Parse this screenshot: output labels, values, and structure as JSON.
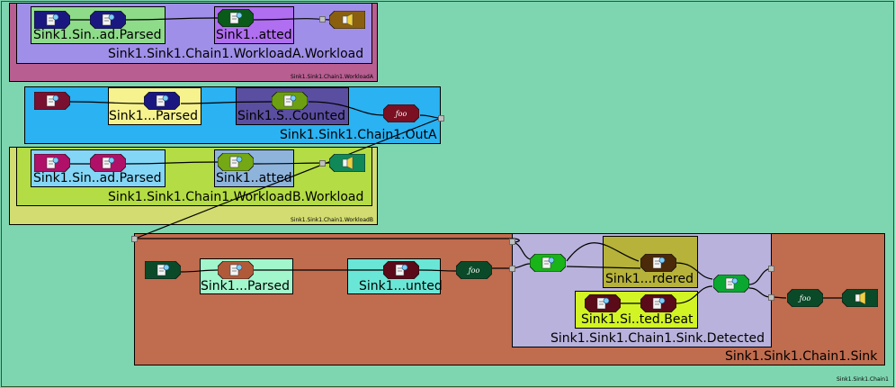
{
  "colors": {
    "background": "#7ed6b0",
    "workloadA_outer": "#b85e91",
    "workloadA_inner": "#a08fe8",
    "workloadA_parsed": "#8edc8a",
    "workloadA_formatted": "#b06ef0",
    "outA": "#2ab2f2",
    "outA_parsed": "#f6f28e",
    "outA_counted": "#5a4ea0",
    "workloadB_outer": "#d2dc70",
    "workloadB_inner": "#b4dc44",
    "workloadB_parsed": "#84d6f6",
    "workloadB_formatted": "#8eb4dc",
    "sink": "#c06c4e",
    "sink_parsed": "#a2f6cc",
    "sink_counted": "#6ae6d6",
    "detected": "#b8b2dc",
    "ordered": "#b6b23a",
    "beat": "#d2f424"
  },
  "labels": {
    "workloadA_parsed": "Sink1.Sin..ad.Parsed",
    "workloadA_formatted": "Sink1..atted",
    "workloadA_title": "Sink1.Sink1.Chain1.WorkloadA.Workload",
    "workloadA_tiny": "Sink1.Sink1.Chain1.WorkloadA",
    "outA_parsed": "Sink1...Parsed",
    "outA_counted": "Sink1.S..Counted",
    "outA_title": "Sink1.Sink1.Chain1.OutA",
    "workloadB_parsed": "Sink1.Sin..ad.Parsed",
    "workloadB_formatted": "Sink1..atted",
    "workloadB_title": "Sink1.Sink1.Chain1.WorkloadB.Workload",
    "workloadB_tiny": "Sink1.Sink1.Chain1.WorkloadB",
    "sink_parsed": "Sink1...Parsed",
    "sink_counted": "Sink1...unted",
    "ordered": "Sink1...rdered",
    "beat": "Sink1.Si..ted.Beat",
    "detected_title": "Sink1.Sink1.Chain1.Sink.Detected",
    "sink_title": "Sink1.Sink1.Chain1.Sink",
    "root_tiny": "Sink1.Sink1.Chain1"
  },
  "nodes": [
    {
      "name": "workloadA-source-node",
      "kind": "source",
      "color": "#1a1880"
    },
    {
      "name": "workloadA-parse-node",
      "kind": "filter",
      "color": "#1a1880"
    },
    {
      "name": "workloadA-format-node",
      "kind": "filter",
      "color": "#0a5a1a"
    },
    {
      "name": "workloadA-sink-node",
      "kind": "sink",
      "color": "#8a6010"
    },
    {
      "name": "outA-source-node",
      "kind": "source",
      "color": "#7a1030"
    },
    {
      "name": "outA-parse-node",
      "kind": "filter",
      "color": "#1a1880"
    },
    {
      "name": "outA-count-node",
      "kind": "filter",
      "color": "#6ca012"
    },
    {
      "name": "outA-output-node",
      "kind": "func",
      "color": "#7a1022"
    },
    {
      "name": "workloadB-source-node",
      "kind": "source",
      "color": "#b01068"
    },
    {
      "name": "workloadB-parse-node",
      "kind": "filter",
      "color": "#b01068"
    },
    {
      "name": "workloadB-format-node",
      "kind": "filter",
      "color": "#74a814"
    },
    {
      "name": "workloadB-sink-node",
      "kind": "sink",
      "color": "#108858"
    },
    {
      "name": "sink-source-node",
      "kind": "source",
      "color": "#0a4a28"
    },
    {
      "name": "sink-parse-node",
      "kind": "filter",
      "color": "#b05a3a"
    },
    {
      "name": "sink-count-node",
      "kind": "filter",
      "color": "#5a0a18"
    },
    {
      "name": "sink-func-node",
      "kind": "func",
      "color": "#0a4a28"
    },
    {
      "name": "detected-entry-node",
      "kind": "bridge",
      "color": "#18b418"
    },
    {
      "name": "ordered-node",
      "kind": "filter",
      "color": "#4a2a08"
    },
    {
      "name": "beat-left-node",
      "kind": "filter",
      "color": "#5a0a18"
    },
    {
      "name": "beat-right-node",
      "kind": "filter",
      "color": "#5a0a18"
    },
    {
      "name": "detected-merge-node",
      "kind": "filter",
      "color": "#0aa830"
    },
    {
      "name": "sink-out-func-node",
      "kind": "func",
      "color": "#0a4a28"
    },
    {
      "name": "sink-terminal-node",
      "kind": "sink",
      "color": "#0a4a28"
    }
  ]
}
